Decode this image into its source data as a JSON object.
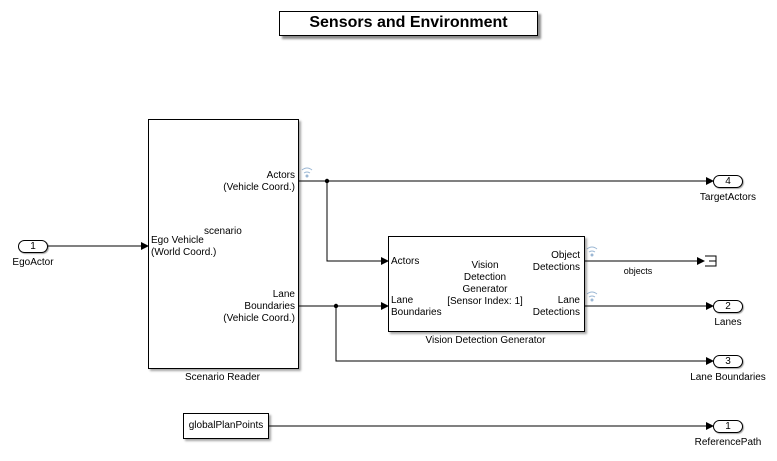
{
  "title": "Sensors and Environment",
  "scenario_reader": {
    "name": "Scenario Reader",
    "center_label": "scenario",
    "inputs": {
      "ego_vehicle": [
        "Ego Vehicle",
        "(World Coord.)"
      ]
    },
    "outputs": {
      "actors": [
        "Actors",
        "(Vehicle Coord.)"
      ],
      "lane_boundaries": [
        "Lane",
        "Boundaries",
        "(Vehicle Coord.)"
      ]
    }
  },
  "vision_detection_generator": {
    "name": "Vision Detection Generator",
    "center_label": [
      "Vision",
      "Detection",
      "Generator",
      "[Sensor Index: 1]"
    ],
    "inputs": {
      "actors": "Actors",
      "lane_boundaries": [
        "Lane",
        "Boundaries"
      ]
    },
    "outputs": {
      "object_detections": [
        "Object",
        "Detections"
      ],
      "lane_detections": [
        "Lane",
        "Detections"
      ]
    }
  },
  "constant_block": {
    "value": "globalPlanPoints"
  },
  "inports": [
    {
      "number": "1",
      "name": "EgoActor"
    }
  ],
  "outports": [
    {
      "number": "4",
      "name": "TargetActors"
    },
    {
      "number": "2",
      "name": "Lanes"
    },
    {
      "number": "3",
      "name": "Lane Boundaries"
    },
    {
      "number": "1",
      "name": "ReferencePath"
    }
  ],
  "signal_labels": {
    "objects": "objects"
  },
  "terminator": {
    "icon": "terminator-icon"
  },
  "colors": {
    "wire": "#000000",
    "bus_icon": "#9bb7d4"
  }
}
